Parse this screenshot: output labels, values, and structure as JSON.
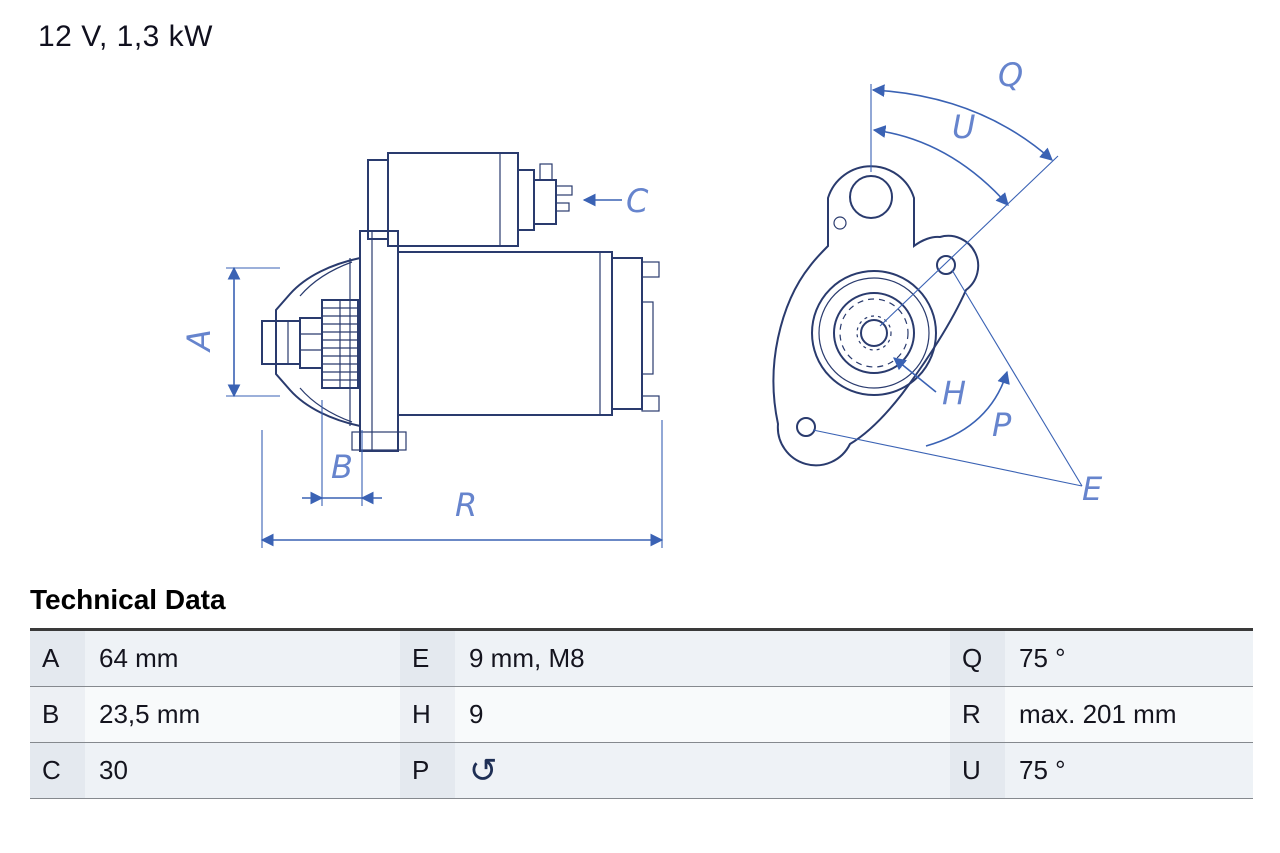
{
  "title": "12 V, 1,3 kW",
  "colors": {
    "outline": "#2a3b6e",
    "dimension": "#3a62b4",
    "dim_label": "#6684cd"
  },
  "drawing": {
    "labels": {
      "a": "A",
      "b": "B",
      "c": "C",
      "e": "E",
      "h": "H",
      "p": "P",
      "q": "Q",
      "r": "R",
      "u": "U"
    }
  },
  "table": {
    "heading": "Technical Data",
    "rows": [
      [
        {
          "k": "A",
          "v": "64 mm"
        },
        {
          "k": "E",
          "v": "9 mm, M8"
        },
        {
          "k": "Q",
          "v": "75 °"
        }
      ],
      [
        {
          "k": "B",
          "v": "23,5 mm"
        },
        {
          "k": "H",
          "v": "9"
        },
        {
          "k": "R",
          "v": "max. 201 mm"
        }
      ],
      [
        {
          "k": "C",
          "v": "30"
        },
        {
          "k": "P",
          "v": "↺"
        },
        {
          "k": "U",
          "v": "75 °"
        }
      ]
    ]
  }
}
